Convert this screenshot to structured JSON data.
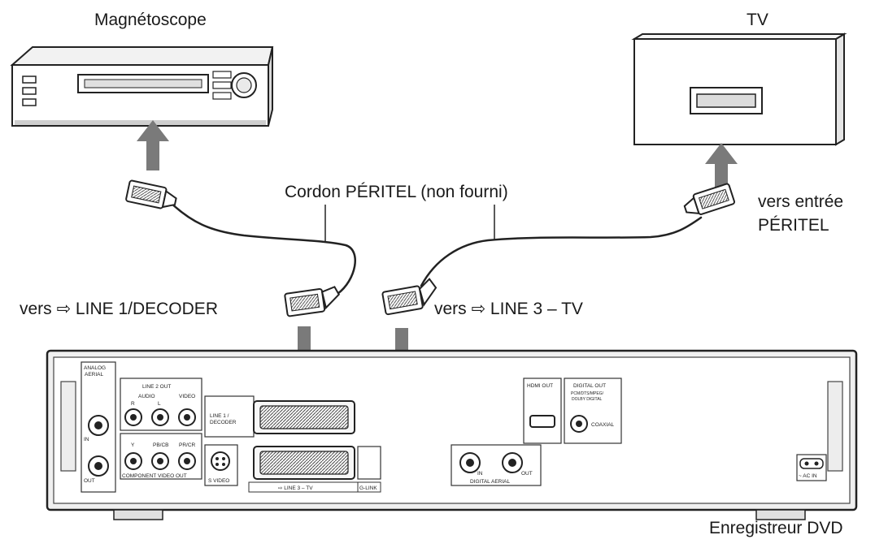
{
  "labels": {
    "vcr": "Magnétoscope",
    "tv": "TV",
    "cable": "Cordon PÉRITEL (non fourni)",
    "scart_input_line1": "vers entrée",
    "scart_input_line2": "PÉRITEL",
    "to_line1": "vers ⇨ LINE 1/DECODER",
    "to_line3": "vers ⇨ LINE 3 – TV",
    "recorder": "Enregistreur DVD"
  },
  "panel": {
    "analog_aerial": [
      "ANALOG",
      "AERIAL"
    ],
    "in": "IN",
    "out": "OUT",
    "line2_out": "LINE 2 OUT",
    "audio": "AUDIO",
    "r": "R",
    "l": "L",
    "video": "VIDEO",
    "y": "Y",
    "pb_cb": "PB/CB",
    "pr_cr": "PR/CR",
    "component_video_out": "COMPONENT VIDEO OUT",
    "s_video": "S VIDEO",
    "line1_decoder": [
      "LINE 1 /",
      "DECODER"
    ],
    "line3_tv": "⇨ LINE 3 – TV",
    "g_link": "G-LINK",
    "hdmi_out": "HDMI OUT",
    "digital_out": "DIGITAL OUT",
    "pcm_dts": [
      "PCM/DTS/MPEG/",
      "DOLBY DIGITAL"
    ],
    "coaxial": "COAXIAL",
    "digital_aerial": "DIGITAL AERIAL",
    "ac_in": "~ AC IN"
  }
}
